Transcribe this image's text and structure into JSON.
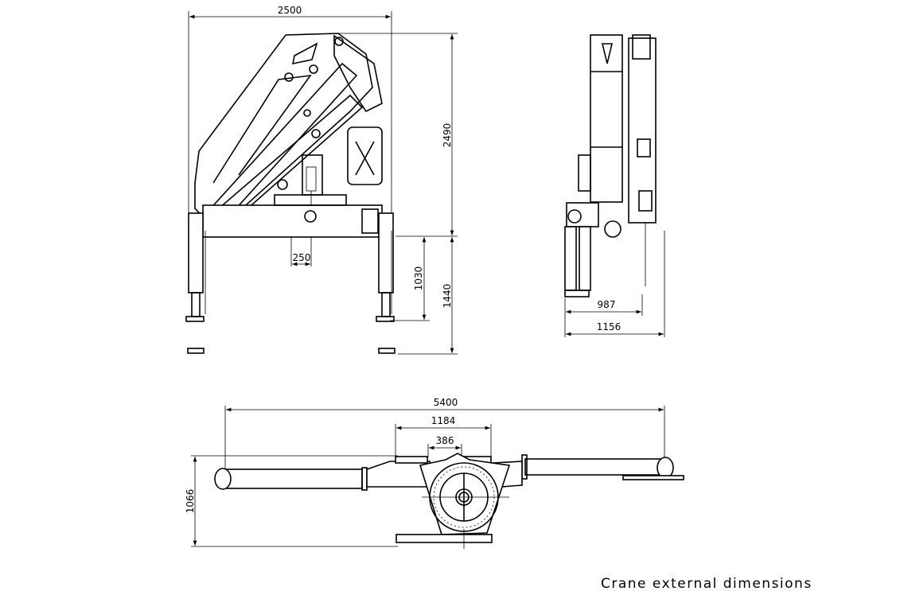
{
  "front_view": {
    "width_dim": "2500",
    "height_dim": "2490",
    "offset_dim": "250",
    "leg_dim_short": "1030",
    "leg_dim_long": "1440"
  },
  "side_view": {
    "width_inner_dim": "987",
    "width_outer_dim": "1156"
  },
  "top_view": {
    "span_dim": "5400",
    "frame_dim": "1184",
    "center_dim": "386",
    "depth_dim": "1066"
  },
  "caption": "Crane external dimensions",
  "colors": {
    "line": "#000000",
    "background": "#ffffff"
  }
}
